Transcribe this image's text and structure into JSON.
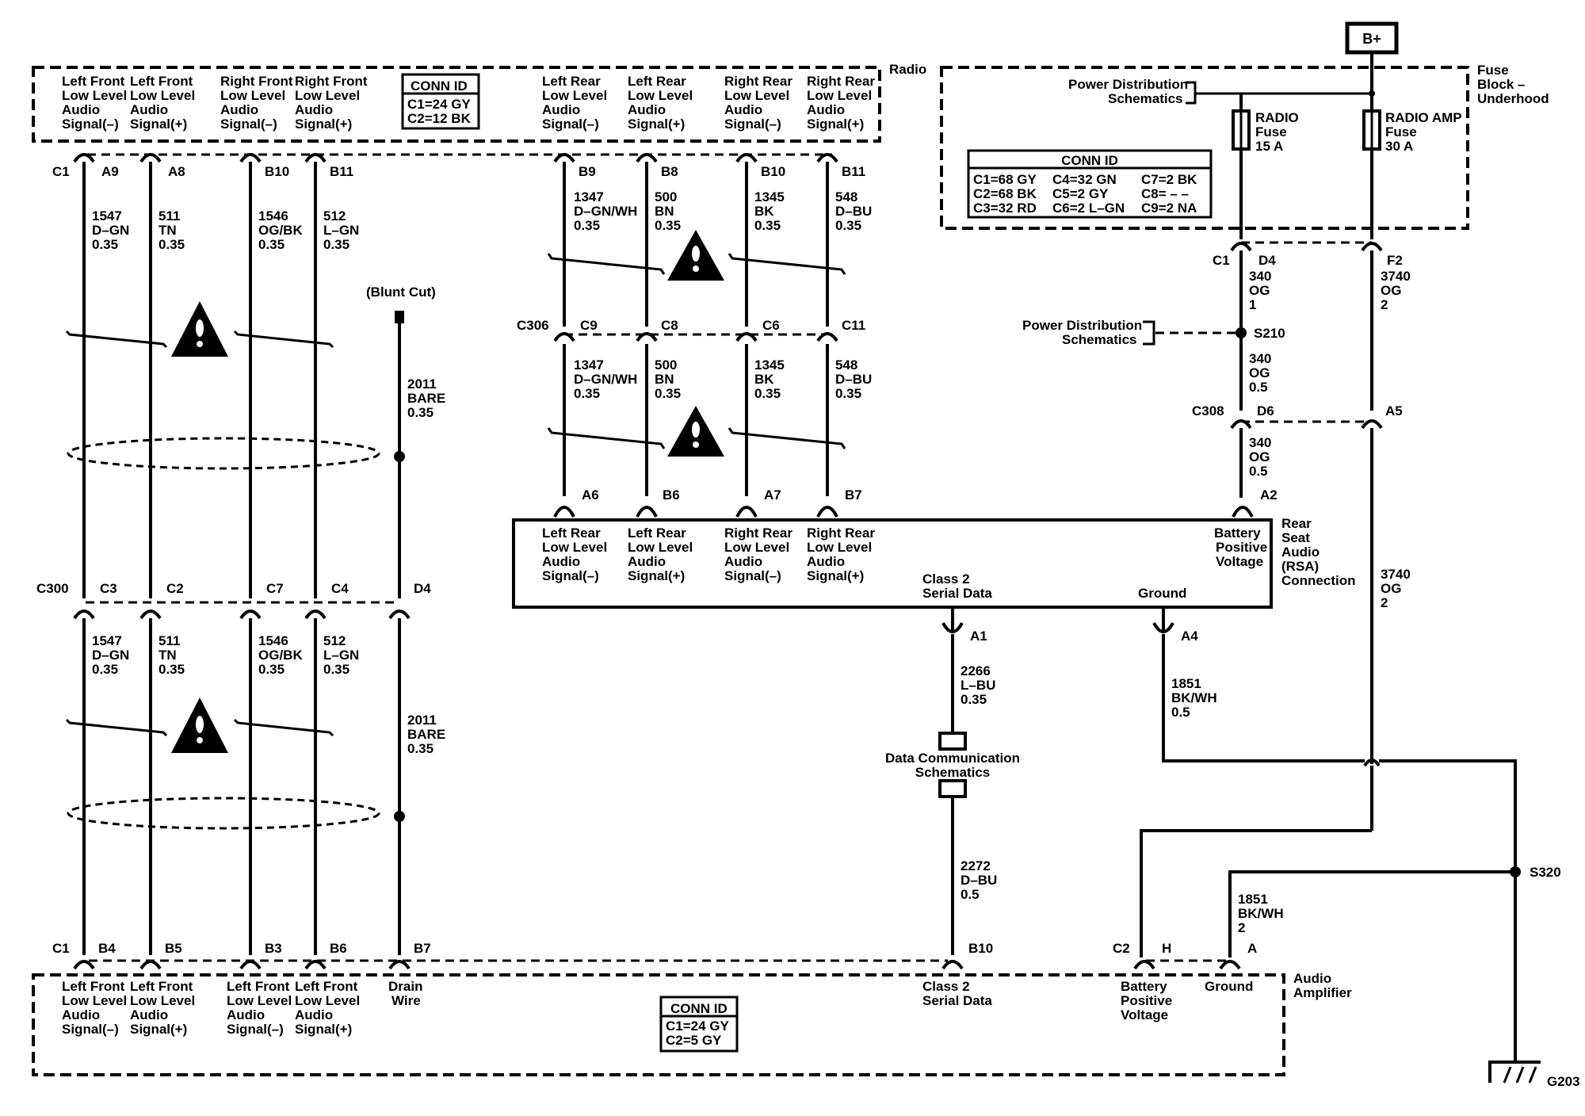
{
  "components": {
    "radio": {
      "name": "Radio"
    },
    "fuse_block": {
      "name_l1": "Fuse",
      "name_l2": "Block –",
      "name_l3": "Underhood"
    },
    "rsa": {
      "name_l1": "Rear",
      "name_l2": "Seat",
      "name_l3": "Audio",
      "name_l4": "(RSA)",
      "name_l5": "Connection"
    },
    "amp": {
      "name_l1": "Audio",
      "name_l2": "Amplifier"
    },
    "bplus": "B+",
    "ground": "G203"
  },
  "radio_signals": [
    {
      "l1": "Left Front",
      "l2": "Low Level",
      "l3": "Audio",
      "l4": "Signal(–)"
    },
    {
      "l1": "Left Front",
      "l2": "Low Level",
      "l3": "Audio",
      "l4": "Signal(+)"
    },
    {
      "l1": "Right Front",
      "l2": "Low Level",
      "l3": "Audio",
      "l4": "Signal(–)"
    },
    {
      "l1": "Right Front",
      "l2": "Low Level",
      "l3": "Audio",
      "l4": "Signal(+)"
    },
    {
      "l1": "Left Rear",
      "l2": "Low Level",
      "l3": "Audio",
      "l4": "Signal(–)"
    },
    {
      "l1": "Left Rear",
      "l2": "Low Level",
      "l3": "Audio",
      "l4": "Signal(+)"
    },
    {
      "l1": "Right Rear",
      "l2": "Low Level",
      "l3": "Audio",
      "l4": "Signal(–)"
    },
    {
      "l1": "Right Rear",
      "l2": "Low Level",
      "l3": "Audio",
      "l4": "Signal(+)"
    }
  ],
  "rsa_signals": [
    {
      "l1": "Left Rear",
      "l2": "Low Level",
      "l3": "Audio",
      "l4": "Signal(–)"
    },
    {
      "l1": "Left Rear",
      "l2": "Low Level",
      "l3": "Audio",
      "l4": "Signal(+)"
    },
    {
      "l1": "Right Rear",
      "l2": "Low Level",
      "l3": "Audio",
      "l4": "Signal(–)"
    },
    {
      "l1": "Right Rear",
      "l2": "Low Level",
      "l3": "Audio",
      "l4": "Signal(+)"
    },
    {
      "l1": "Battery",
      "l2": "Positive",
      "l3": "Voltage"
    },
    {
      "l1": "Class 2",
      "l2": "Serial Data"
    },
    {
      "l1": "Ground"
    }
  ],
  "amp_signals": [
    {
      "l1": "Left Front",
      "l2": "Low Level",
      "l3": "Audio",
      "l4": "Signal(–)"
    },
    {
      "l1": "Left Front",
      "l2": "Low Level",
      "l3": "Audio",
      "l4": "Signal(+)"
    },
    {
      "l1": "Left Front",
      "l2": "Low Level",
      "l3": "Audio",
      "l4": "Signal(–)"
    },
    {
      "l1": "Left Front",
      "l2": "Low Level",
      "l3": "Audio",
      "l4": "Signal(+)"
    },
    {
      "l1": "Drain",
      "l2": "Wire"
    },
    {
      "l1": "Class 2",
      "l2": "Serial Data"
    },
    {
      "l1": "Battery",
      "l2": "Positive",
      "l3": "Voltage"
    },
    {
      "l1": "Ground"
    }
  ],
  "conn_id_radio": {
    "title": "CONN ID",
    "l1": "C1=24 GY",
    "l2": "C2=12 BK"
  },
  "conn_id_amp": {
    "title": "CONN ID",
    "l1": "C1=24 GY",
    "l2": "C2=5 GY"
  },
  "conn_id_fuse": {
    "title": "CONN ID",
    "r1": [
      "C1=68 GY",
      "C4=32 GN",
      "C7=2 BK"
    ],
    "r2": [
      "C2=68 BK",
      "C5=2 GY",
      "C8= – –"
    ],
    "r3": [
      "C3=32 RD",
      "C6=2 L–GN",
      "C9=2 NA"
    ]
  },
  "connectors": {
    "c1": "C1",
    "c300": "C300",
    "c306": "C306",
    "c308": "C308",
    "c2": "C2",
    "radio_pins": [
      "A9",
      "A8",
      "B10",
      "B11",
      "B9",
      "B8",
      "B10",
      "B11"
    ],
    "c300_pins": [
      "C3",
      "C2",
      "C7",
      "C4",
      "D4"
    ],
    "c306_pins": [
      "C9",
      "C8",
      "C6",
      "C11"
    ],
    "rsa_pins": [
      "A6",
      "B6",
      "A7",
      "B7",
      "A2",
      "A1",
      "A4"
    ],
    "amp_pins": [
      "B4",
      "B5",
      "B3",
      "B6",
      "B7",
      "B10",
      "H",
      "A"
    ],
    "fuse_pins": [
      "D4",
      "F2"
    ],
    "c308_pins": [
      "D6",
      "A5"
    ]
  },
  "wires": {
    "w1547": {
      "n": "1547",
      "c": "D–GN",
      "s": "0.35"
    },
    "w511": {
      "n": "511",
      "c": "TN",
      "s": "0.35"
    },
    "w1546": {
      "n": "1546",
      "c": "OG/BK",
      "s": "0.35"
    },
    "w512": {
      "n": "512",
      "c": "L–GN",
      "s": "0.35"
    },
    "w1347": {
      "n": "1347",
      "c": "D–GN/WH",
      "s": "0.35"
    },
    "w500": {
      "n": "500",
      "c": "BN",
      "s": "0.35"
    },
    "w1345": {
      "n": "1345",
      "c": "BK",
      "s": "0.35"
    },
    "w548": {
      "n": "548",
      "c": "D–BU",
      "s": "0.35"
    },
    "w2011": {
      "n": "2011",
      "c": "BARE",
      "s": "0.35"
    },
    "w340a": {
      "n": "340",
      "c": "OG",
      "s": "1"
    },
    "w340b": {
      "n": "340",
      "c": "OG",
      "s": "0.5"
    },
    "w340c": {
      "n": "340",
      "c": "OG",
      "s": "0.5"
    },
    "w3740a": {
      "n": "3740",
      "c": "OG",
      "s": "2"
    },
    "w3740b": {
      "n": "3740",
      "c": "OG",
      "s": "2"
    },
    "w2266": {
      "n": "2266",
      "c": "L–BU",
      "s": "0.35"
    },
    "w2272": {
      "n": "2272",
      "c": "D–BU",
      "s": "0.5"
    },
    "w1851a": {
      "n": "1851",
      "c": "BK/WH",
      "s": "0.5"
    },
    "w1851b": {
      "n": "1851",
      "c": "BK/WH",
      "s": "2"
    }
  },
  "fuses": {
    "radio": {
      "name": "RADIO",
      "l2": "Fuse",
      "l3": "15 A"
    },
    "amp": {
      "name": "RADIO AMP",
      "l2": "Fuse",
      "l3": "30 A"
    }
  },
  "splices": {
    "s210": "S210",
    "s320": "S320"
  },
  "refs": {
    "pd": {
      "l1": "Power Distribution",
      "l2": "Schematics"
    },
    "dc": {
      "l1": "Data Communication",
      "l2": "Schematics"
    },
    "blunt": "(Blunt Cut)"
  }
}
